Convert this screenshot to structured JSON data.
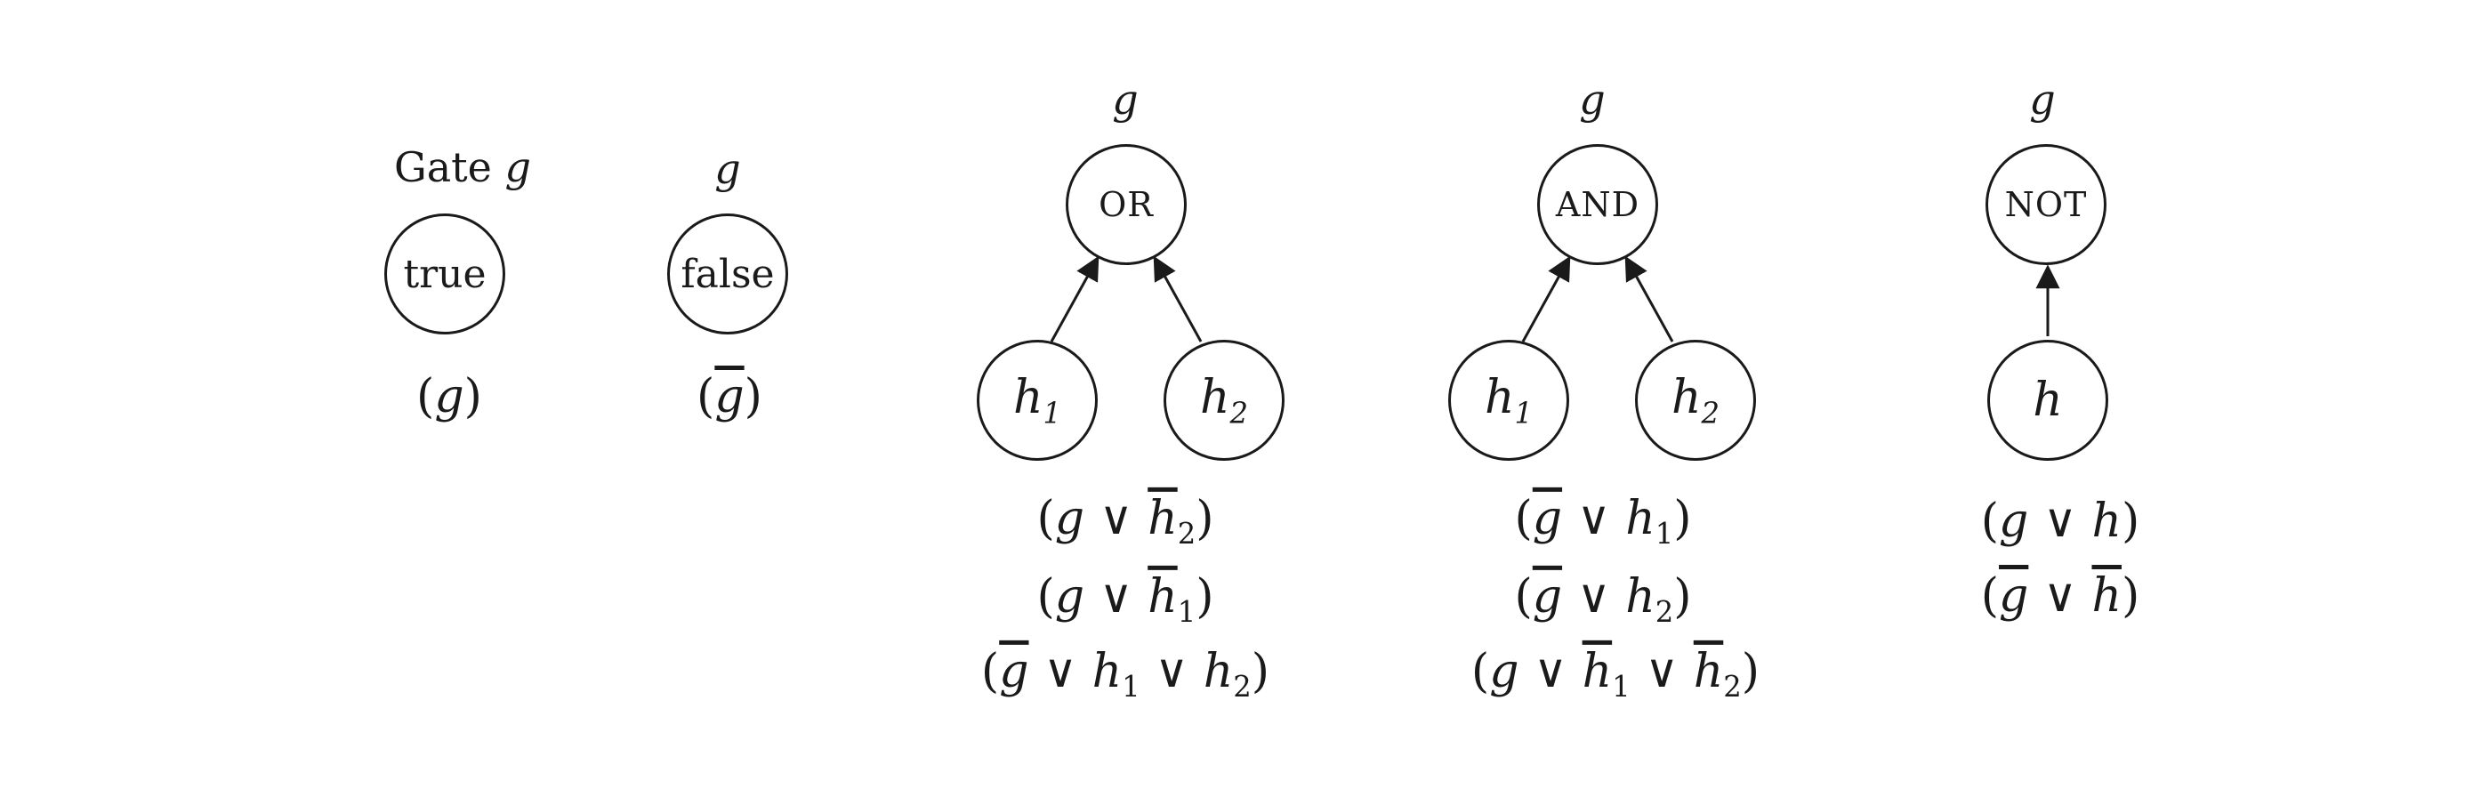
{
  "heading": {
    "prefix": "Gate",
    "var": "g"
  },
  "true_gate": {
    "node": "true",
    "clause": "(g)"
  },
  "false_gate": {
    "label": "g",
    "node": "false",
    "clause": "(g̅)"
  },
  "or_gate": {
    "label": "g",
    "op": "OR",
    "inputs": [
      {
        "name": "h",
        "sub": "1"
      },
      {
        "name": "h",
        "sub": "2"
      }
    ],
    "clauses": [
      "(g ∨ h̅₂)",
      "(g ∨ h̅₁)",
      "(g̅ ∨ h₁ ∨ h₂)"
    ]
  },
  "and_gate": {
    "label": "g",
    "op": "AND",
    "inputs": [
      {
        "name": "h",
        "sub": "1"
      },
      {
        "name": "h",
        "sub": "2"
      }
    ],
    "clauses": [
      "(g̅ ∨ h₁)",
      "(g̅ ∨ h₂)",
      "(g ∨ h̅₁ ∨ h̅₂)"
    ]
  },
  "not_gate": {
    "label": "g",
    "op": "NOT",
    "inputs": [
      {
        "name": "h"
      }
    ],
    "clauses": [
      "(g ∨ h)",
      "(g̅ ∨ h̅)"
    ]
  }
}
